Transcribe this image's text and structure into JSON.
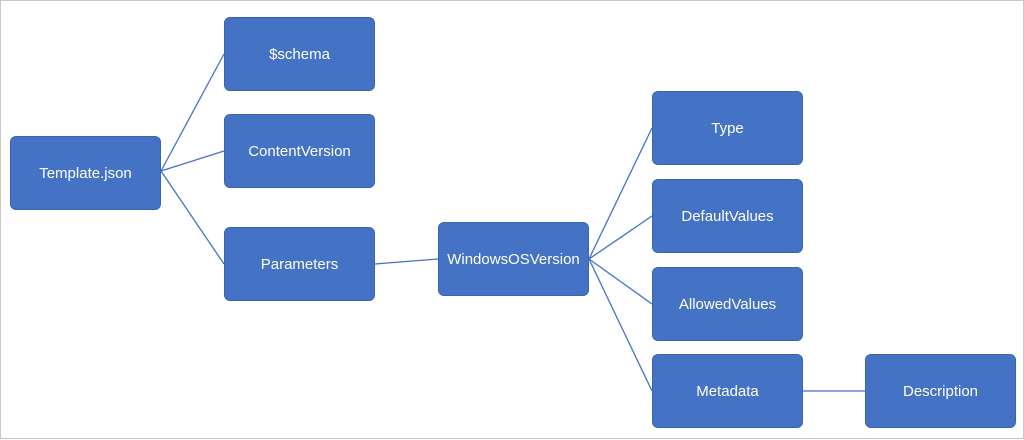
{
  "diagram": {
    "nodes": {
      "template": "Template.json",
      "schema": "$schema",
      "content_version": "ContentVersion",
      "parameters": "Parameters",
      "windows_os_version": "WindowsOSVersion",
      "type": "Type",
      "default_values": "DefaultValues",
      "allowed_values": "AllowedValues",
      "metadata": "Metadata",
      "description": "Description"
    },
    "edges": [
      {
        "from": "template",
        "to": "schema"
      },
      {
        "from": "template",
        "to": "content_version"
      },
      {
        "from": "template",
        "to": "parameters"
      },
      {
        "from": "parameters",
        "to": "windows_os_version"
      },
      {
        "from": "windows_os_version",
        "to": "type"
      },
      {
        "from": "windows_os_version",
        "to": "default_values"
      },
      {
        "from": "windows_os_version",
        "to": "allowed_values"
      },
      {
        "from": "windows_os_version",
        "to": "metadata"
      },
      {
        "from": "metadata",
        "to": "description"
      }
    ],
    "colors": {
      "node_fill": "#4472c4",
      "node_text": "#ffffff",
      "connector": "#4472c4"
    }
  }
}
